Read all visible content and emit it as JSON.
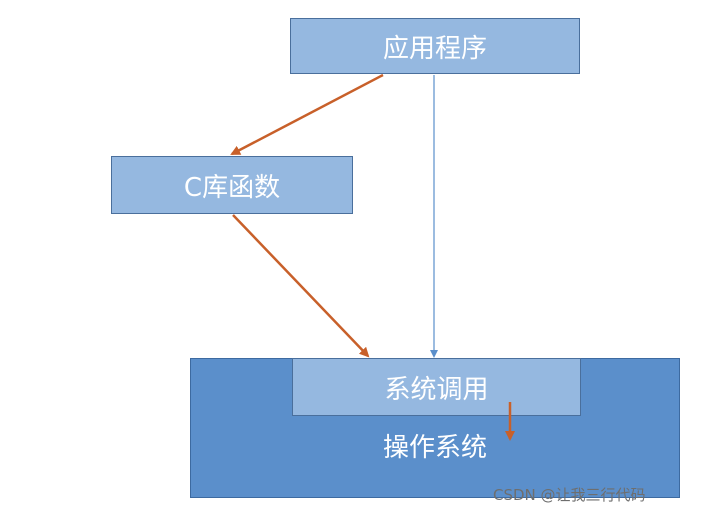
{
  "nodes": {
    "application": "应用程序",
    "c_library": "C库函数",
    "operating_system": "操作系统",
    "system_call": "系统调用"
  },
  "watermark": "CSDN @让我三行代码",
  "colors": {
    "light_box": "#95b8e0",
    "dark_box": "#5b8fcb",
    "orange_arrow": "#c8602a",
    "blue_arrow": "#5b8fcb"
  }
}
